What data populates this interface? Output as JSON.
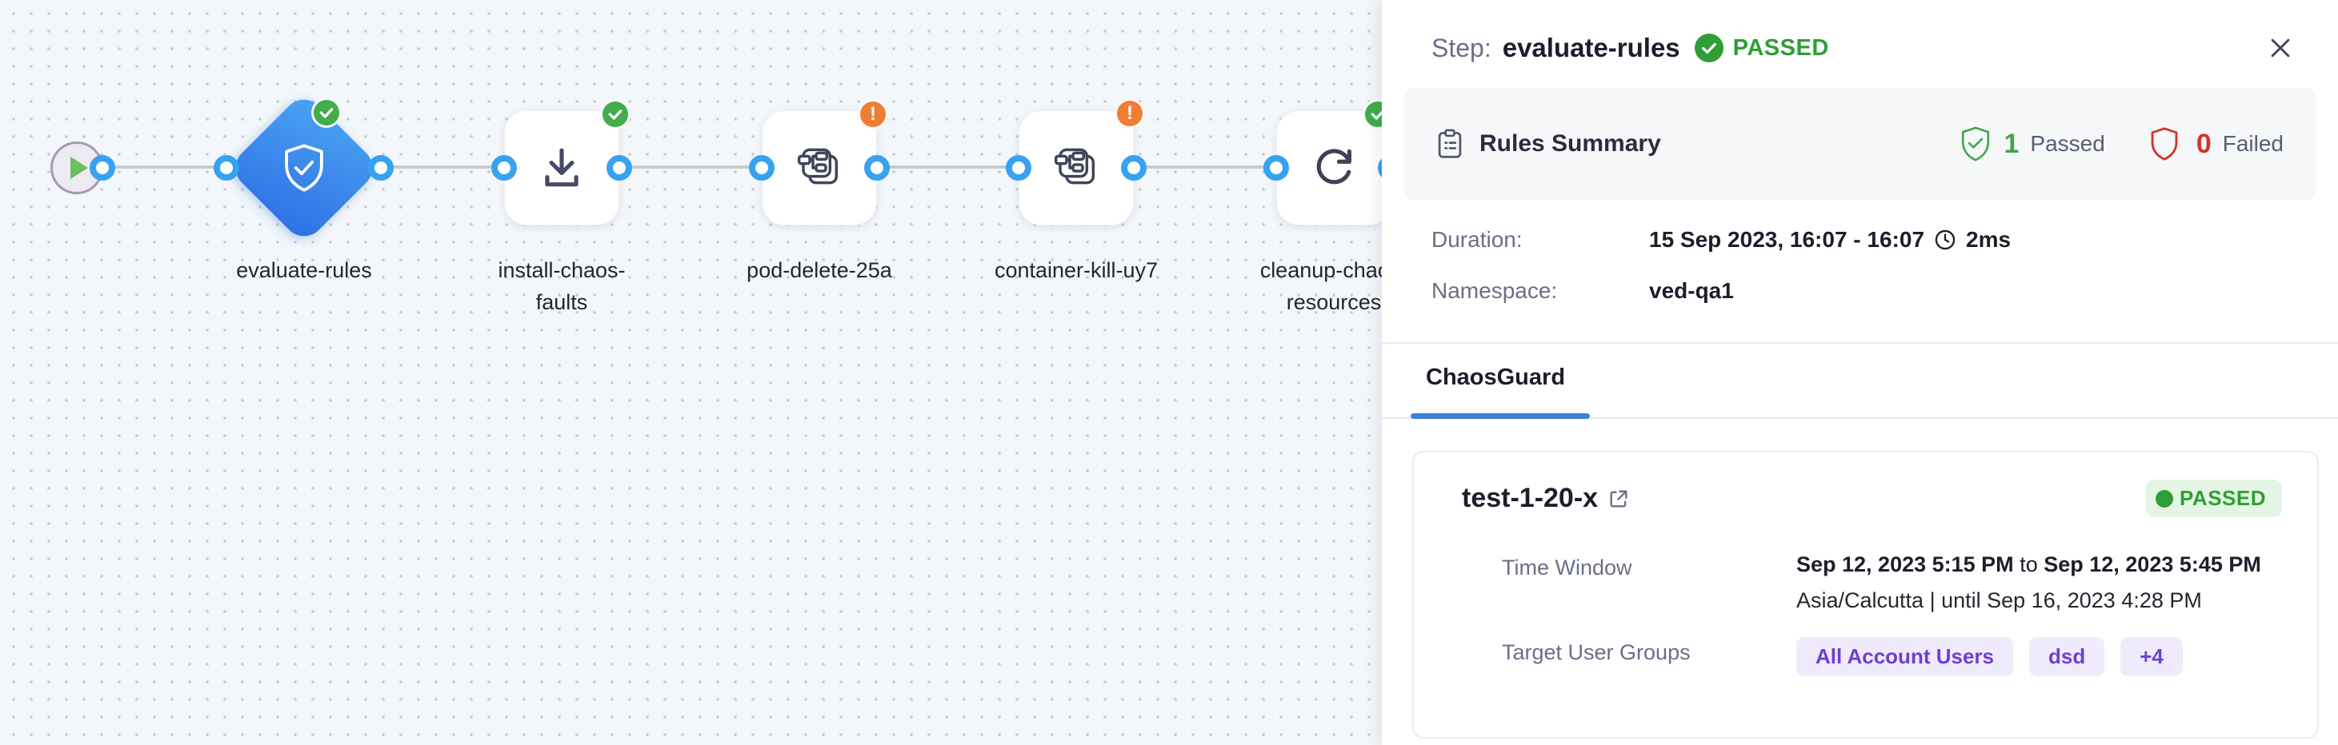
{
  "canvas": {
    "nodes": [
      {
        "id": "start",
        "icon": "play-icon"
      },
      {
        "id": "evaluate-rules",
        "label": "evaluate-rules",
        "status": "passed",
        "shape": "diamond",
        "icon": "shield-check-icon"
      },
      {
        "id": "install-chaos-faults",
        "label": "install-chaos-faults",
        "status": "passed",
        "shape": "square",
        "icon": "download-icon"
      },
      {
        "id": "pod-delete-25a",
        "label": "pod-delete-25a",
        "status": "warning",
        "shape": "square",
        "icon": "chaos-fault-icon"
      },
      {
        "id": "container-kill-uy7",
        "label": "container-kill-uy7",
        "status": "warning",
        "shape": "square",
        "icon": "chaos-fault-icon"
      },
      {
        "id": "cleanup-chaos-resources",
        "label": "cleanup-chaos-resources",
        "status": "passed",
        "shape": "square",
        "icon": "refresh-icon"
      }
    ]
  },
  "panel": {
    "header": {
      "step_label": "Step:",
      "step_name": "evaluate-rules",
      "status": "PASSED"
    },
    "rules_summary": {
      "title": "Rules Summary",
      "passed_count": "1",
      "passed_label": "Passed",
      "failed_count": "0",
      "failed_label": "Failed"
    },
    "details": {
      "duration_label": "Duration:",
      "duration_value": "15 Sep 2023, 16:07 - 16:07",
      "duration_elapsed": "2ms",
      "namespace_label": "Namespace:",
      "namespace_value": "ved-qa1"
    },
    "tabs": [
      {
        "label": "ChaosGuard",
        "active": true
      }
    ],
    "guard_card": {
      "title": "test-1-20-x",
      "status": "PASSED",
      "time_window": {
        "label": "Time Window",
        "from": "Sep 12, 2023 5:15 PM",
        "to_word": "to",
        "to": "Sep 12, 2023 5:45 PM",
        "timezone": "Asia/Calcutta",
        "separator": "|",
        "until": "until Sep 16, 2023 4:28 PM"
      },
      "target_user_groups": {
        "label": "Target User Groups",
        "chips": [
          "All Account Users",
          "dsd",
          "+4"
        ]
      }
    }
  },
  "colors": {
    "accent_blue": "#3d7fdb",
    "node_blue": "#2d6fe4",
    "success_green": "#2f9e35",
    "badge_green": "#43ac4b",
    "warning_orange": "#ee7e34",
    "fail_red": "#d0342b",
    "chip_purple": "#6f3fd1",
    "canvas_bg": "#f3f6fa"
  }
}
